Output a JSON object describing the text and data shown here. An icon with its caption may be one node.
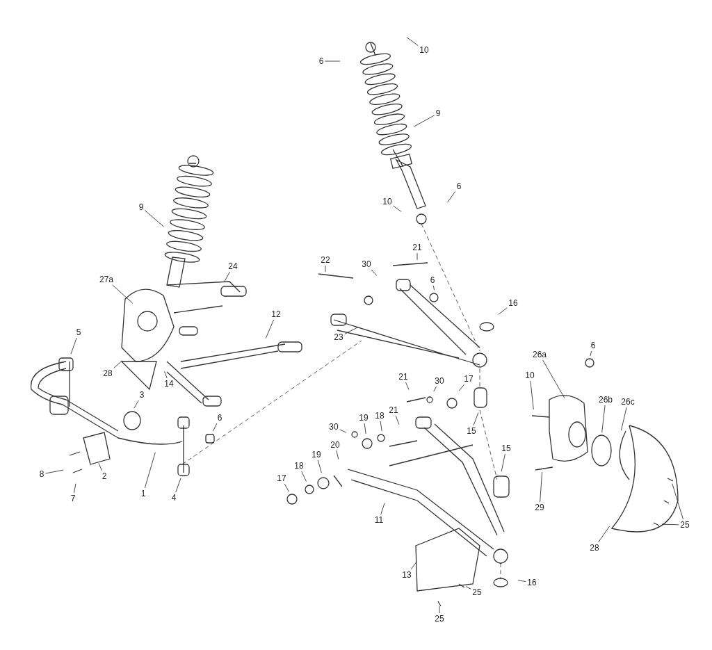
{
  "diagram": {
    "nodes": [
      {
        "text": [
          "6"
        ]
      },
      {
        "text": [
          "10"
        ]
      },
      {
        "text": [
          "9"
        ]
      },
      {
        "text": [
          "6"
        ]
      },
      {
        "text": [
          "10"
        ]
      },
      {
        "text": [
          "22"
        ]
      },
      {
        "text": [
          "30"
        ]
      },
      {
        "text": [
          "21"
        ]
      },
      {
        "text": [
          "6"
        ]
      },
      {
        "text": [
          "16"
        ]
      },
      {
        "text": [
          "23"
        ]
      },
      {
        "text": [
          "9"
        ]
      },
      {
        "text": [
          "24"
        ]
      },
      {
        "text": [
          "27a"
        ]
      },
      {
        "text": [
          "12"
        ]
      },
      {
        "text": [
          "5"
        ]
      },
      {
        "text": [
          "28"
        ]
      },
      {
        "text": [
          "14"
        ]
      },
      {
        "text": [
          "3"
        ]
      },
      {
        "text": [
          "6"
        ]
      },
      {
        "text": [
          "8"
        ]
      },
      {
        "text": [
          "2"
        ]
      },
      {
        "text": [
          "7"
        ]
      },
      {
        "text": [
          "1"
        ]
      },
      {
        "text": [
          "4"
        ]
      },
      {
        "text": [
          "21"
        ]
      },
      {
        "text": [
          "30"
        ]
      },
      {
        "text": [
          "17"
        ]
      },
      {
        "text": [
          "30"
        ]
      },
      {
        "text": [
          "19"
        ]
      },
      {
        "text": [
          "18"
        ]
      },
      {
        "text": [
          "21"
        ]
      },
      {
        "text": [
          "15"
        ]
      },
      {
        "text": [
          "15"
        ]
      },
      {
        "text": [
          "20"
        ]
      },
      {
        "text": [
          "19"
        ]
      },
      {
        "text": [
          "18"
        ]
      },
      {
        "text": [
          "17"
        ]
      },
      {
        "text": [
          "11"
        ]
      },
      {
        "text": [
          "13"
        ]
      },
      {
        "text": [
          "25"
        ]
      },
      {
        "text": [
          "25"
        ]
      },
      {
        "text": [
          "16"
        ]
      },
      {
        "text": [
          "26a"
        ]
      },
      {
        "text": [
          "6"
        ]
      },
      {
        "text": [
          "10"
        ]
      },
      {
        "text": [
          "26b"
        ]
      },
      {
        "text": [
          "26c"
        ]
      },
      {
        "text": [
          "29"
        ]
      },
      {
        "text": [
          "25"
        ]
      },
      {
        "text": [
          "28"
        ]
      }
    ],
    "edges": [
      {
        "from": 0,
        "to": null,
        "arrow": "none"
      },
      {
        "from": 1,
        "to": null,
        "arrow": "none"
      },
      {
        "from": 2,
        "to": null,
        "arrow": "none"
      },
      {
        "from": 3,
        "to": null,
        "arrow": "none"
      },
      {
        "from": 4,
        "to": null,
        "arrow": "none"
      },
      {
        "from": 5,
        "to": null,
        "arrow": "none"
      },
      {
        "from": 6,
        "to": null,
        "arrow": "none"
      },
      {
        "from": 7,
        "to": null,
        "arrow": "none"
      },
      {
        "from": 8,
        "to": null,
        "arrow": "none"
      },
      {
        "from": 9,
        "to": null,
        "arrow": "none"
      },
      {
        "from": 10,
        "to": null,
        "arrow": "none"
      },
      {
        "from": 11,
        "to": null,
        "arrow": "none"
      },
      {
        "from": 12,
        "to": null,
        "arrow": "none"
      },
      {
        "from": 13,
        "to": null,
        "arrow": "none"
      },
      {
        "from": 14,
        "to": null,
        "arrow": "none"
      },
      {
        "from": 15,
        "to": null,
        "arrow": "none"
      },
      {
        "from": 16,
        "to": null,
        "arrow": "none"
      },
      {
        "from": 17,
        "to": null,
        "arrow": "none"
      },
      {
        "from": 18,
        "to": null,
        "arrow": "none"
      },
      {
        "from": 19,
        "to": null,
        "arrow": "none"
      },
      {
        "from": 20,
        "to": null,
        "arrow": "none"
      },
      {
        "from": 21,
        "to": null,
        "arrow": "none"
      },
      {
        "from": 22,
        "to": null,
        "arrow": "none"
      },
      {
        "from": 23,
        "to": null,
        "arrow": "none"
      },
      {
        "from": 24,
        "to": null,
        "arrow": "none"
      },
      {
        "from": 25,
        "to": null,
        "arrow": "none"
      },
      {
        "from": 26,
        "to": null,
        "arrow": "none"
      },
      {
        "from": 27,
        "to": null,
        "arrow": "none"
      },
      {
        "from": 28,
        "to": null,
        "arrow": "none"
      },
      {
        "from": 29,
        "to": null,
        "arrow": "none"
      },
      {
        "from": 30,
        "to": null,
        "arrow": "none"
      },
      {
        "from": 31,
        "to": null,
        "arrow": "none"
      },
      {
        "from": 32,
        "to": null,
        "arrow": "none"
      },
      {
        "from": 33,
        "to": null,
        "arrow": "none"
      },
      {
        "from": 34,
        "to": null,
        "arrow": "none"
      },
      {
        "from": 35,
        "to": null,
        "arrow": "none"
      },
      {
        "from": 36,
        "to": null,
        "arrow": "none"
      },
      {
        "from": 37,
        "to": null,
        "arrow": "none"
      },
      {
        "from": 38,
        "to": null,
        "arrow": "none"
      },
      {
        "from": 39,
        "to": null,
        "arrow": "none"
      },
      {
        "from": 40,
        "to": null,
        "arrow": "none"
      },
      {
        "from": 41,
        "to": null,
        "arrow": "none"
      },
      {
        "from": 42,
        "to": null,
        "arrow": "none"
      },
      {
        "from": 43,
        "to": null,
        "arrow": "none"
      },
      {
        "from": 44,
        "to": null,
        "arrow": "none"
      },
      {
        "from": 45,
        "to": null,
        "arrow": "none"
      },
      {
        "from": 46,
        "to": null,
        "arrow": "none"
      },
      {
        "from": 47,
        "to": null,
        "arrow": "none"
      },
      {
        "from": 48,
        "to": null,
        "arrow": "none"
      },
      {
        "from": 49,
        "to": null,
        "arrow": "none"
      },
      {
        "from": 49,
        "to": null,
        "arrow": "none"
      },
      {
        "from": 50,
        "to": null,
        "arrow": "none"
      }
    ]
  }
}
